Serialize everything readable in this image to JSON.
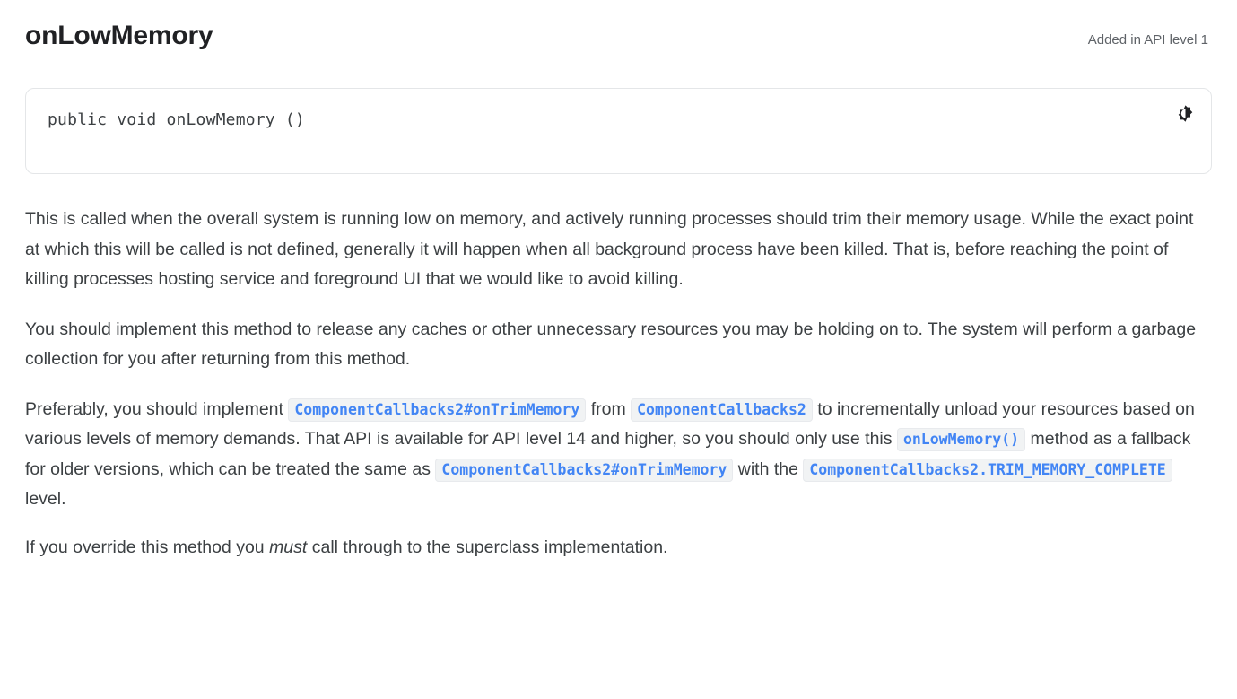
{
  "header": {
    "title": "onLowMemory",
    "api_level": "Added in API level 1"
  },
  "signature": {
    "code": "public void onLowMemory ()",
    "theme_toggle_name": "brightness-toggle-icon"
  },
  "paragraphs": {
    "p1": "This is called when the overall system is running low on memory, and actively running processes should trim their memory usage. While the exact point at which this will be called is not defined, generally it will happen when all background process have been killed. That is, before reaching the point of killing processes hosting service and foreground UI that we would like to avoid killing.",
    "p2": "You should implement this method to release any caches or other unnecessary resources you may be holding on to. The system will perform a garbage collection for you after returning from this method.",
    "p3": {
      "s1": "Preferably, you should implement",
      "code1": "ComponentCallbacks2#onTrimMemory",
      "s2": "from",
      "code2": "ComponentCallbacks2",
      "s3": "to incrementally unload your resources based on various levels of memory demands. That API is available for API level 14 and higher, so you should only use this",
      "code3": "onLowMemory()",
      "s4": "method as a fallback for older versions, which can be treated the same as",
      "code4": "ComponentCallbacks2#onTrimMemory",
      "s5": "with the",
      "code5": "ComponentCallbacks2.TRIM_MEMORY_COMPLETE",
      "s6": "level."
    },
    "p4": {
      "s1": "If you override this method you",
      "emphasis": "must",
      "s2": "call through to the superclass implementation."
    }
  },
  "colors": {
    "code_link": "#4285f4",
    "chip_background": "#f1f3f4",
    "body_text": "#3c4043",
    "title_text": "#202124",
    "muted_text": "#5f6368",
    "border": "#e4e6e8"
  }
}
